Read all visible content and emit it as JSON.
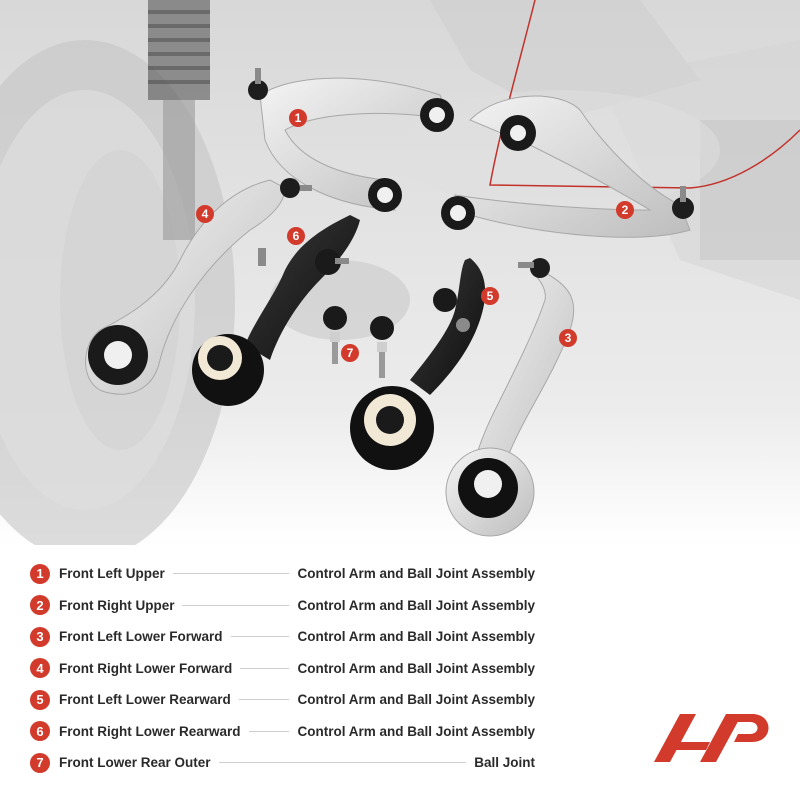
{
  "callouts": [
    "1",
    "2",
    "3",
    "4",
    "5",
    "6",
    "7"
  ],
  "legend": [
    {
      "num": "1",
      "part": "Front Left Upper",
      "desc": "Control Arm and Ball Joint Assembly"
    },
    {
      "num": "2",
      "part": "Front Right Upper",
      "desc": "Control Arm and Ball Joint Assembly"
    },
    {
      "num": "3",
      "part": "Front Left Lower Forward",
      "desc": "Control Arm and Ball Joint Assembly"
    },
    {
      "num": "4",
      "part": "Front Right Lower Forward",
      "desc": "Control Arm and Ball Joint Assembly"
    },
    {
      "num": "5",
      "part": "Front Left Lower Rearward",
      "desc": "Control Arm and Ball Joint Assembly"
    },
    {
      "num": "6",
      "part": "Front Right Lower Rearward",
      "desc": "Control Arm and Ball Joint Assembly"
    },
    {
      "num": "7",
      "part": "Front Lower Rear Outer",
      "desc": "Ball Joint"
    }
  ],
  "colors": {
    "accent": "#d23a2c",
    "text": "#2a2a2a",
    "rule": "#cfcfcf"
  },
  "logo_icon": "a-premium-logo-icon"
}
